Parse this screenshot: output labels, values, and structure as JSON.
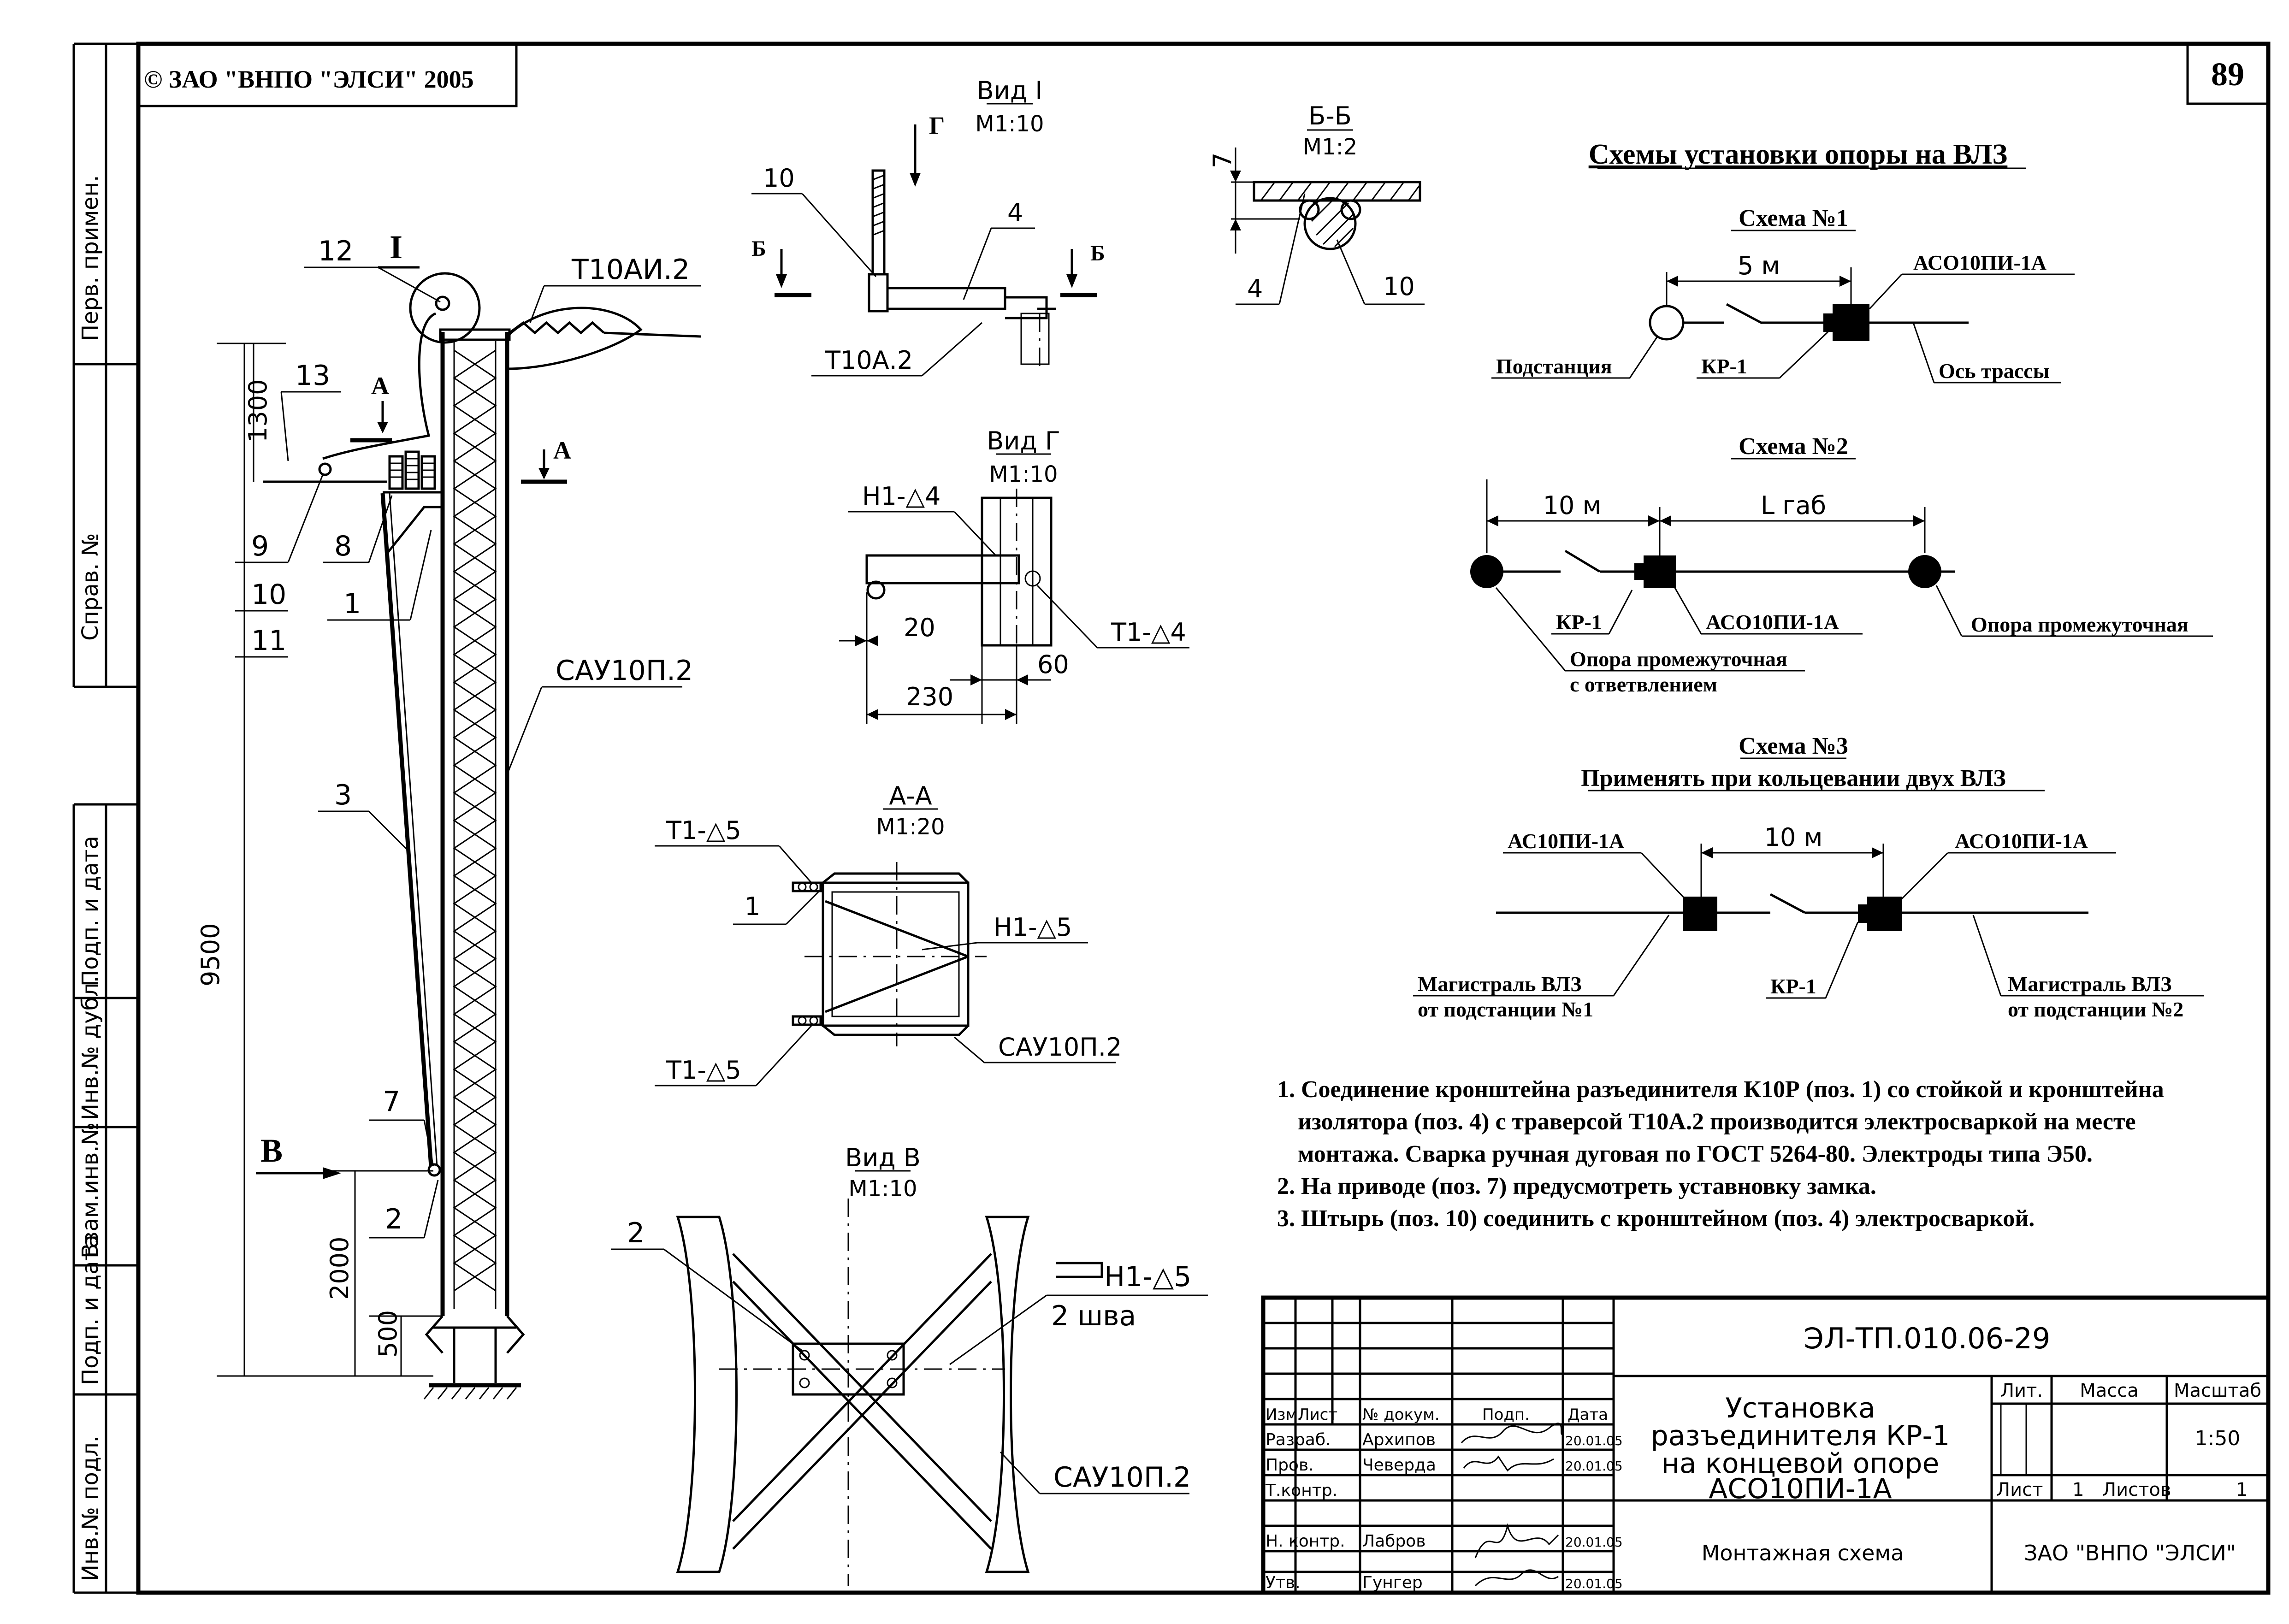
{
  "copyright": "© ЗАО \"ВНПО \"ЭЛСИ\" 2005",
  "page_number": "89",
  "side_stamp": [
    "Перв. примен.",
    "Справ. №",
    "Подп. и дата",
    "Инв.№ дубл.",
    "Взам.инв.№",
    "Подп. и дата",
    "Инв.№ подл."
  ],
  "pole": {
    "callouts": [
      "12",
      "I",
      "Т10АИ.2",
      "13",
      "9",
      "8",
      "10",
      "11",
      "1",
      "3",
      "7",
      "2"
    ],
    "section_marks": {
      "a": "А",
      "b": "В"
    },
    "dims": {
      "d1300": "1300",
      "d9500": "9500",
      "d2000": "2000",
      "d500": "500"
    },
    "label_column": "САУ10П.2"
  },
  "view_1": {
    "title": "Вид I",
    "scale": "М1:10",
    "g": "Г",
    "b_left": "Б",
    "b_right": "Б",
    "n10": "10",
    "n4": "4",
    "label": "Т10А.2"
  },
  "section_bb": {
    "title": "Б-Б",
    "scale": "М1:2",
    "dim7": "7",
    "n4": "4",
    "n10": "10"
  },
  "view_g": {
    "title": "Вид Г",
    "scale": "М1:10",
    "weld_top": "Н1-△4",
    "weld_right": "Т1-△4",
    "d20": "20",
    "d230": "230",
    "d60": "60"
  },
  "section_aa": {
    "title": "А-А",
    "scale": "М1:20",
    "weld_top": "Т1-△5",
    "n1": "1",
    "weld_right": "Н1-△5",
    "weld_bottom": "Т1-△5",
    "label": "САУ10П.2"
  },
  "view_v": {
    "title": "Вид В",
    "scale": "М1:10",
    "n2": "2",
    "weld": "Н1-△5",
    "weld_note": "2 шва",
    "label": "САУ10П.2"
  },
  "schemes": {
    "title": "Схемы установки опоры на ВЛЗ",
    "s1": {
      "title": "Схема №1",
      "dist": "5 м",
      "aco": "АСО10ПИ-1А",
      "substation": "Подстанция",
      "kr": "КР-1",
      "axis": "Ось трассы"
    },
    "s2": {
      "title": "Схема №2",
      "d10": "10 м",
      "lgab": "L габ",
      "kr": "КР-1",
      "aco": "АСО10ПИ-1А",
      "inter": "Опора промежуточная",
      "branch1": "Опора промежуточная",
      "branch2": "с ответвлением"
    },
    "s3": {
      "title": "Схема №3",
      "subtitle": "Применять при кольцевании двух ВЛЗ",
      "ac": "АС10ПИ-1А",
      "d10": "10 м",
      "aco": "АСО10ПИ-1А",
      "m1a": "Магистраль ВЛЗ",
      "m1b": "от подстанции №1",
      "kr": "КР-1",
      "m2a": "Магистраль ВЛЗ",
      "m2b": "от подстанции №2"
    }
  },
  "notes": [
    "1. Соединение кронштейна разъединителя К10Р (поз. 1)  со стойкой и кронштейна",
    "изолятора (поз. 4) с траверсой Т10А.2 производится электросваркой на месте",
    "монтажа. Сварка ручная дуговая по ГОСТ 5264-80. Электроды типа Э50.",
    "2. На приводе (поз. 7) предусмотреть уставновку замка.",
    "3. Штырь (поз. 10) соединить с кронштейном (поз. 4) электросваркой."
  ],
  "title_block": {
    "code": "ЭЛ-ТП.010.06-29",
    "title": [
      "Установка",
      "разъединителя КР-1",
      "на концевой опоре",
      "АСО10ПИ-1А"
    ],
    "subtitle": "Монтажная схема",
    "org": "ЗАО \"ВНПО \"ЭЛСИ\"",
    "hdr": {
      "izm": "Изм.",
      "list": "Лист",
      "ndok": "№ докум.",
      "podp": "Подп.",
      "data": "Дата"
    },
    "roles": [
      {
        "role": "Разраб.",
        "name": "Архипов",
        "date": "20.01.05"
      },
      {
        "role": "Пров.",
        "name": "Чеверда",
        "date": "20.01.05"
      },
      {
        "role": "Т.контр.",
        "name": "",
        "date": ""
      },
      {
        "role": "Н. контр.",
        "name": "Лабров",
        "date": "20.01.05"
      },
      {
        "role": "Утв.",
        "name": "Гунгер",
        "date": "20.01.05"
      }
    ],
    "lit": "Лит.",
    "massa": "Масса",
    "masshtab": "Масштаб",
    "scale": "1:50",
    "list_label": "Лист",
    "list_val": "1",
    "listov_label": "Листов",
    "listov_val": "1"
  }
}
